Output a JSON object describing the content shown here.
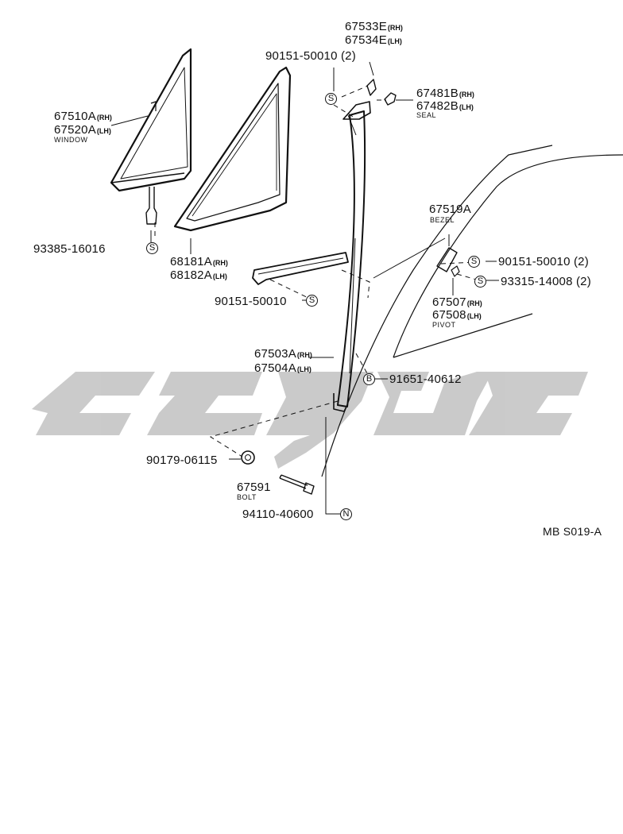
{
  "symbols": {
    "s": "S",
    "b": "B",
    "n": "N"
  },
  "watermark_color": "#c8c8c8",
  "line_color": "#111111",
  "parts": {
    "p67533E": "67533E",
    "p67533E_sfx": "(RH)",
    "p67534E": "67534E",
    "p67534E_sfx": "(LH)",
    "p90151_top": "90151-50010 (2)",
    "p67510A": "67510A",
    "p67510A_sfx": "(RH)",
    "p67520A": "67520A",
    "p67520A_sfx": "(LH)",
    "window": "WINDOW",
    "p67481B": "67481B",
    "p67481B_sfx": "(RH)",
    "p67482B": "67482B",
    "p67482B_sfx": "(LH)",
    "seal": "SEAL",
    "p67519A": "67519A",
    "bezel": "BEZEL",
    "p90151_right": "90151-50010 (2)",
    "p93315": "93315-14008 (2)",
    "p93385": "93385-16016",
    "p68181A": "68181A",
    "p68181A_sfx": "(RH)",
    "p68182A": "68182A",
    "p68182A_sfx": "(LH)",
    "p67507": "67507",
    "p67507_sfx": "(RH)",
    "p67508": "67508",
    "p67508_sfx": "(LH)",
    "pivot": "PIVOT",
    "p90151_mid": "90151-50010",
    "p67503A": "67503A",
    "p67503A_sfx": "(RH)",
    "p67504A": "67504A",
    "p67504A_sfx": "(LH)",
    "p91651": "91651-40612",
    "p90179": "90179-06115",
    "p67591": "67591",
    "bolt": "BOLT",
    "p94110": "94110-40600",
    "figure_code": "MB S019-A"
  }
}
